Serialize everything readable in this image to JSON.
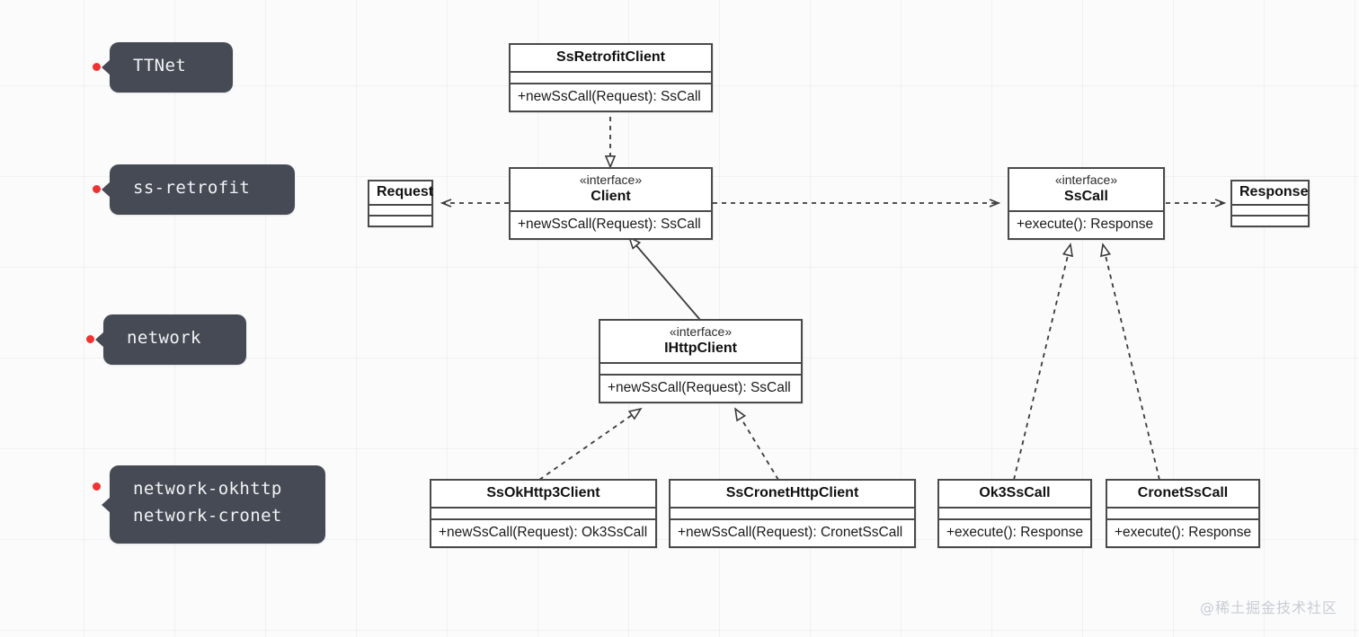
{
  "diagram": {
    "type": "uml-class-diagram",
    "watermark": "@稀土掘金技术社区",
    "colors": {
      "background": "#fbfbfb",
      "callout_bg": "#454a54",
      "callout_text": "#f2f3f5",
      "callout_dot": "#f03232",
      "box_border": "#4a4a4a",
      "box_fill": "#ffffff",
      "edge": "#3a3a3a"
    },
    "callouts": [
      {
        "id": "ttnet",
        "lines": "TTNet"
      },
      {
        "id": "ss-retrofit",
        "lines": "ss-retrofit"
      },
      {
        "id": "network",
        "lines": "network"
      },
      {
        "id": "network-impl",
        "lines": "network-okhttp\nnetwork-cronet"
      }
    ],
    "classes": {
      "ss_retrofit_client": {
        "name": "SsRetrofitClient",
        "stereotype": "",
        "members": [
          "+newSsCall(Request): SsCall"
        ]
      },
      "client": {
        "name": "Client",
        "stereotype": "«interface»",
        "members": [
          "+newSsCall(Request): SsCall"
        ]
      },
      "request": {
        "name": "Request",
        "stereotype": "",
        "members": []
      },
      "ss_call": {
        "name": "SsCall",
        "stereotype": "«interface»",
        "members": [
          "+execute(): Response"
        ]
      },
      "response": {
        "name": "Response",
        "stereotype": "",
        "members": []
      },
      "ihttp_client": {
        "name": "IHttpClient",
        "stereotype": "«interface»",
        "members": [
          "+newSsCall(Request): SsCall"
        ]
      },
      "ss_okhttp3_client": {
        "name": "SsOkHttp3Client",
        "stereotype": "",
        "members": [
          "+newSsCall(Request): Ok3SsCall"
        ]
      },
      "ss_cronet_http_client": {
        "name": "SsCronetHttpClient",
        "stereotype": "",
        "members": [
          "+newSsCall(Request): CronetSsCall"
        ]
      },
      "ok3_ss_call": {
        "name": "Ok3SsCall",
        "stereotype": "",
        "members": [
          "+execute(): Response"
        ]
      },
      "cronet_ss_call": {
        "name": "CronetSsCall",
        "stereotype": "",
        "members": [
          "+execute(): Response"
        ]
      }
    },
    "relations": [
      {
        "from": "SsRetrofitClient",
        "to": "Client",
        "kind": "realization"
      },
      {
        "from": "IHttpClient",
        "to": "Client",
        "kind": "generalization"
      },
      {
        "from": "Client",
        "to": "Request",
        "kind": "dependency"
      },
      {
        "from": "Client",
        "to": "SsCall",
        "kind": "dependency"
      },
      {
        "from": "SsCall",
        "to": "Response",
        "kind": "dependency"
      },
      {
        "from": "SsOkHttp3Client",
        "to": "IHttpClient",
        "kind": "realization"
      },
      {
        "from": "SsCronetHttpClient",
        "to": "IHttpClient",
        "kind": "realization"
      },
      {
        "from": "Ok3SsCall",
        "to": "SsCall",
        "kind": "realization"
      },
      {
        "from": "CronetSsCall",
        "to": "SsCall",
        "kind": "realization"
      }
    ]
  }
}
